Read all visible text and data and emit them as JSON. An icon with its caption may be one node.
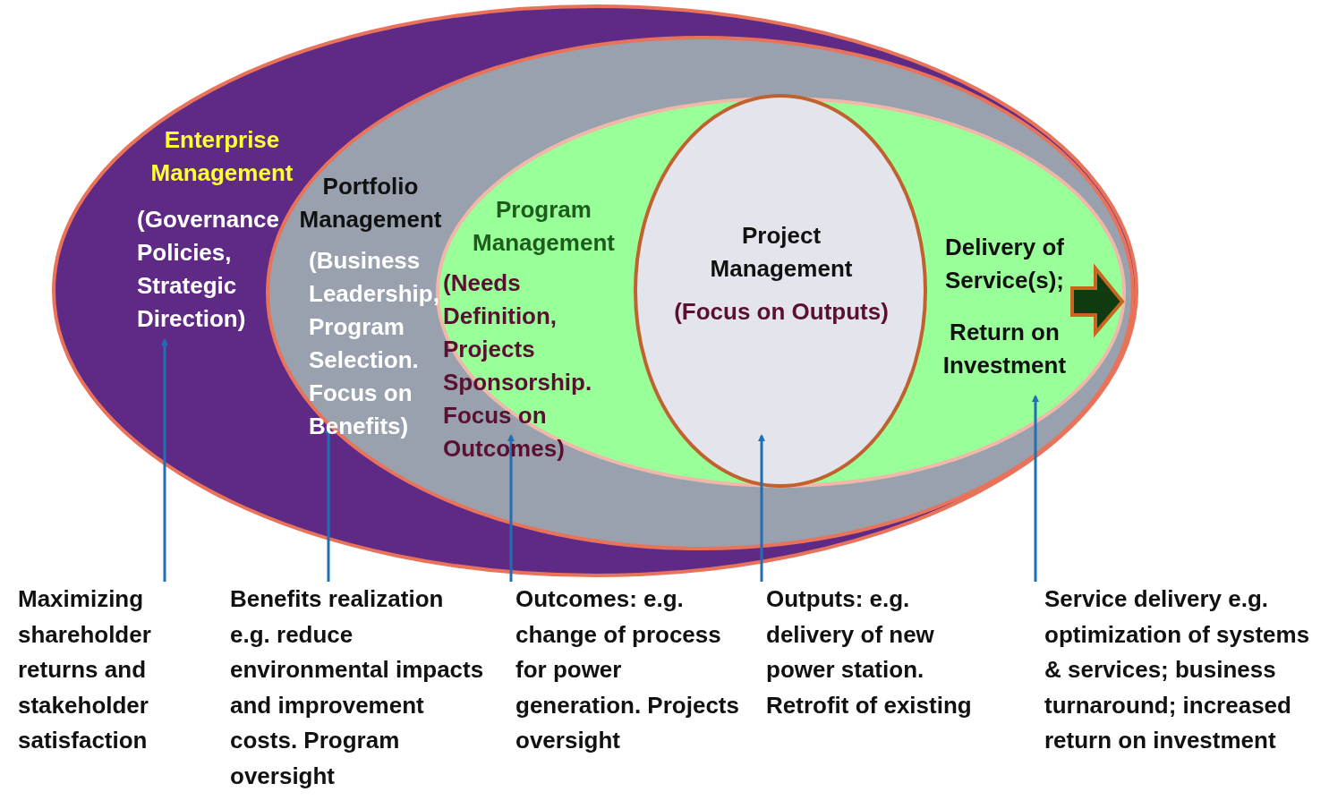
{
  "diagram": {
    "nodes": [
      {
        "text": [
          "Enterprise Management",
          "(Governance Policies, Strategic Direction)"
        ]
      },
      {
        "text": [
          "Portfolio Management",
          "(Business Leadership, Program Selection. Focus on Benefits)"
        ],
        "in": 0
      },
      {
        "text": [
          "Program Management",
          "(Needs Definition, Projects Sponsorship. Focus on Outcomes)"
        ],
        "in": 1
      },
      {
        "text": [
          "Project Management",
          "(Focus on Outputs)"
        ],
        "in": 2
      },
      {
        "text": [
          "Delivery of Service(s);",
          "Return on Investment"
        ],
        "in": 2
      },
      {
        "text": [
          "Maximizing shareholder returns and stakeholder satisfaction"
        ]
      },
      {
        "text": [
          "Benefits realization e.g. reduce environmental impacts and improvement costs. Program oversight"
        ]
      },
      {
        "text": [
          "Outcomes: e.g. change of process for power generation. Projects oversight"
        ]
      },
      {
        "text": [
          "Outputs: e.g. delivery of new power station. Retrofit of existing"
        ]
      },
      {
        "text": [
          "Service delivery e.g. optimization of systems & services; business turnaround; increased return on investment"
        ]
      }
    ],
    "edges": [
      {
        "from": 5,
        "to": 0,
        "arrow": "to"
      },
      {
        "from": 6,
        "to": 1,
        "arrow": "to"
      },
      {
        "from": 7,
        "to": 2,
        "arrow": "to"
      },
      {
        "from": 8,
        "to": 3,
        "arrow": "to"
      },
      {
        "from": 9,
        "to": 4,
        "arrow": "to"
      }
    ]
  }
}
